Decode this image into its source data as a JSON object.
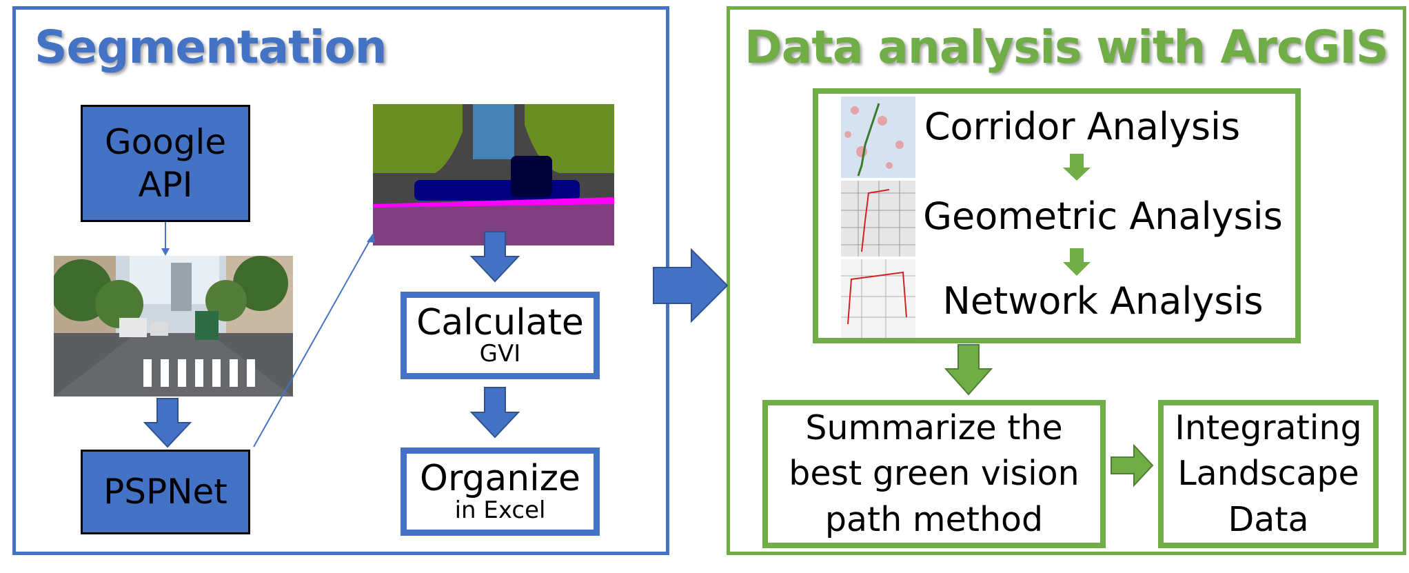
{
  "left_panel": {
    "title": "Segmentation",
    "google_api": "Google\nAPI",
    "pspnet": "PSPNet",
    "calculate": {
      "main": "Calculate",
      "sub": "GVI"
    },
    "organize": {
      "main": "Organize",
      "sub": "in Excel"
    }
  },
  "right_panel": {
    "title": "Data analysis with ArcGIS",
    "analysis": [
      "Corridor Analysis",
      "Geometric Analysis",
      "Network Analysis"
    ],
    "summarize": "Summarize the\nbest green vision\npath method",
    "integrating": "Integrating\nLandscape\nData"
  },
  "colors": {
    "blue": "#4472c4",
    "green": "#70ad47"
  }
}
